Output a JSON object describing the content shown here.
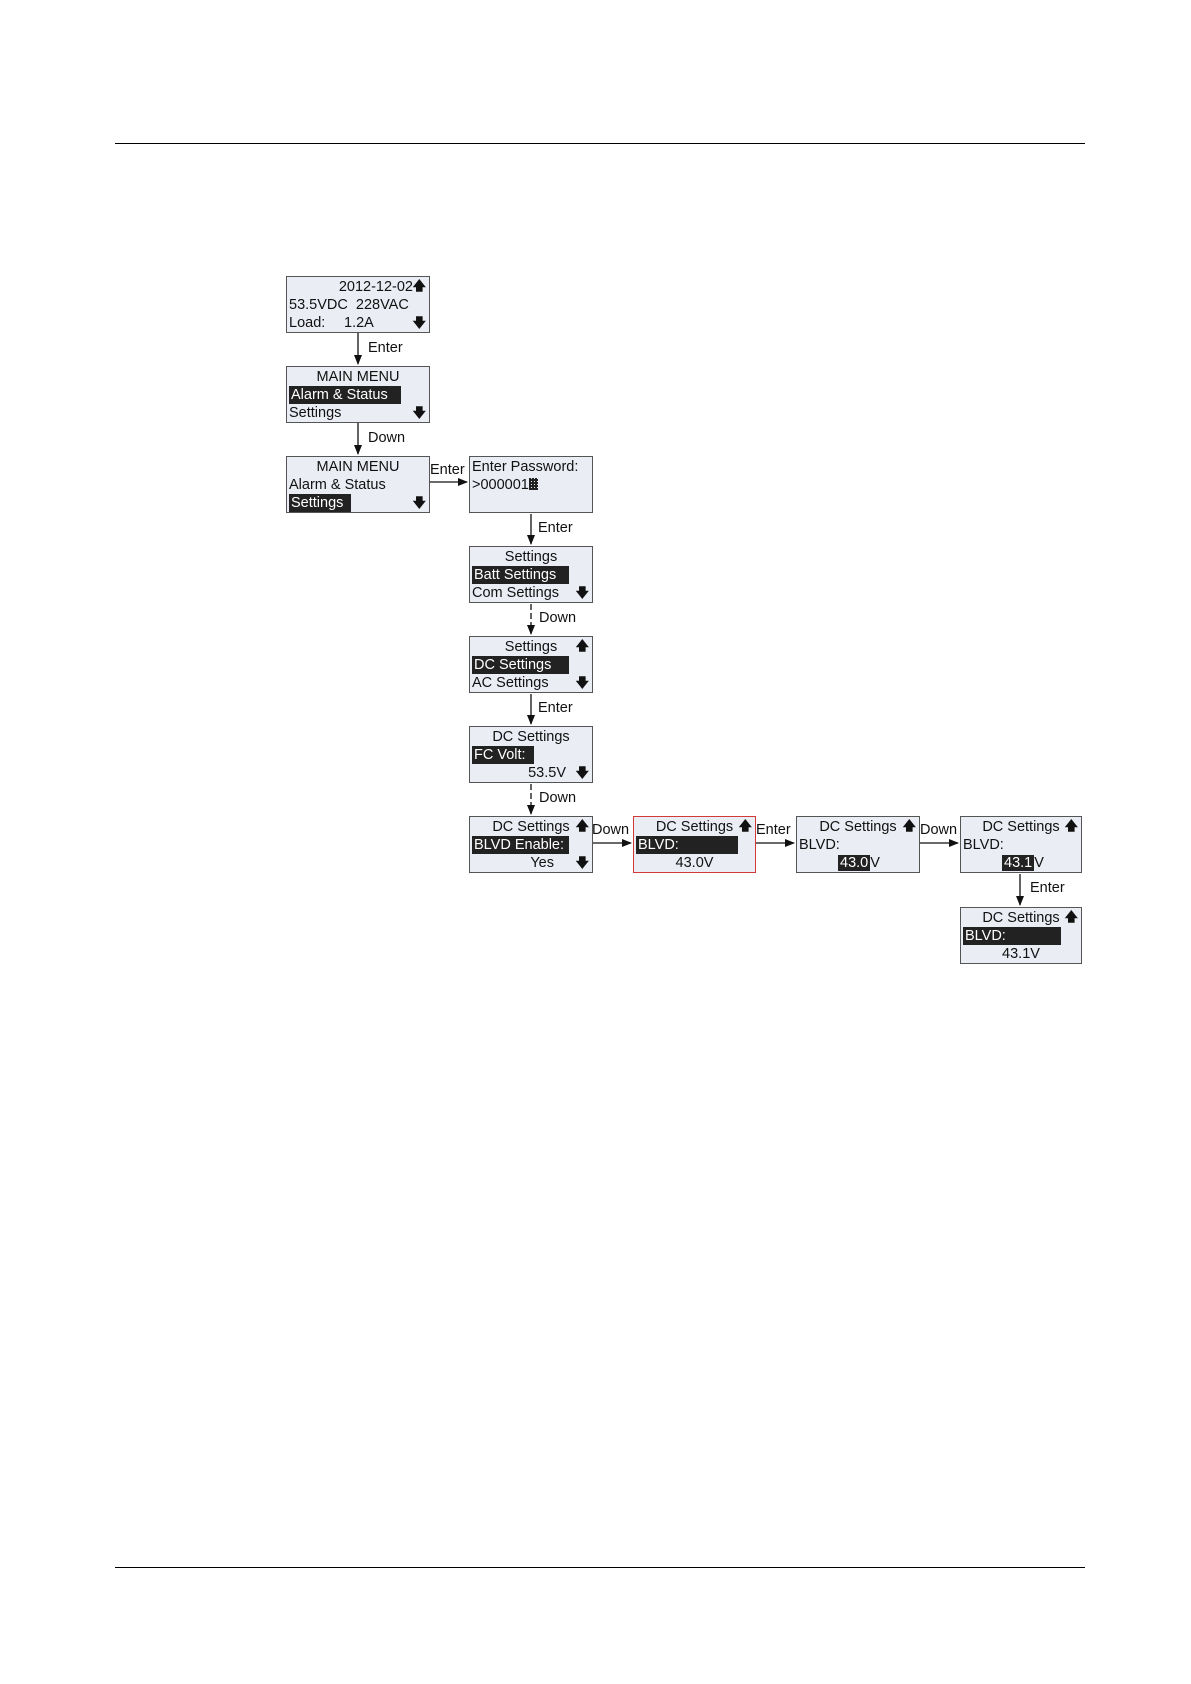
{
  "screens": {
    "home": {
      "date": "2012-12-02",
      "line2": "53.5VDC  228VAC",
      "line3_label": "Load:",
      "line3_value": "1.2A"
    },
    "main_menu_1": {
      "title": "MAIN MENU",
      "item1": "Alarm & Status",
      "item2": "Settings"
    },
    "main_menu_2": {
      "title": "MAIN MENU",
      "item1": "Alarm & Status",
      "item2": "Settings"
    },
    "password": {
      "title": "Enter Password:",
      "value": ">000001"
    },
    "settings_1": {
      "title": "Settings",
      "item1": "Batt Settings",
      "item2": "Com Settings"
    },
    "settings_2": {
      "title": "Settings",
      "item1": "DC Settings",
      "item2": "AC Settings"
    },
    "dc_1": {
      "title": "DC Settings",
      "label": "FC Volt:",
      "value": "53.5V"
    },
    "dc_2": {
      "title": "DC Settings",
      "label": "BLVD Enable:",
      "value": "Yes"
    },
    "dc_3": {
      "title": "DC Settings",
      "label": "BLVD:",
      "value": "43.0V"
    },
    "dc_4": {
      "title": "DC Settings",
      "label": "BLVD:",
      "value_sel": "43.0",
      "value_unit": "V"
    },
    "dc_5": {
      "title": "DC Settings",
      "label": "BLVD:",
      "value_sel": "43.1",
      "value_unit": "V"
    },
    "dc_6": {
      "title": "DC Settings",
      "label": "BLVD:",
      "value": "43.1V"
    }
  },
  "transitions": {
    "t1": "Enter",
    "t2": "Down",
    "t3": "Enter",
    "t4": "Enter",
    "t5": "Down",
    "t6": "Enter",
    "t7": "Down",
    "t8": "Down",
    "t9": "Enter",
    "t10": "Down",
    "t11": "Enter"
  },
  "icons": {
    "up": "up-arrow-icon",
    "down": "down-arrow-icon",
    "cursor": "block-cursor-icon"
  },
  "colors": {
    "lcd_bg": "#eaedf4",
    "highlight": "#222222",
    "selected_border": "#d23a3a"
  }
}
